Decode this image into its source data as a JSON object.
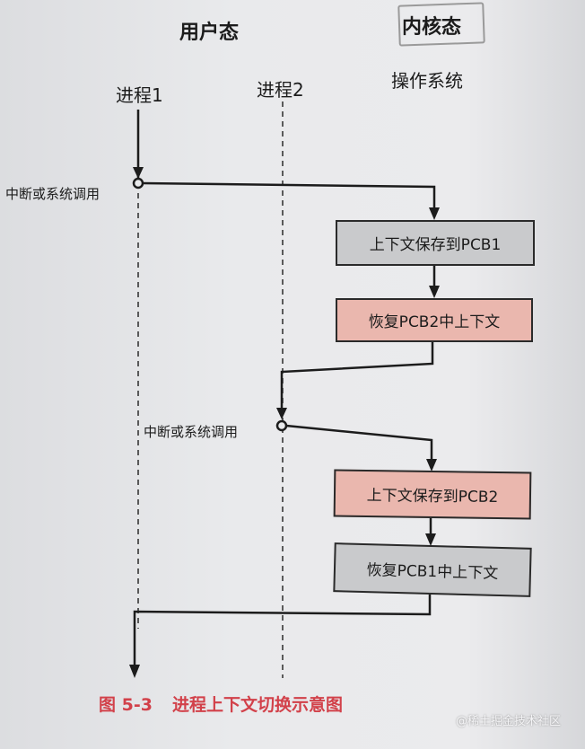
{
  "headers": {
    "user_mode": "用户态",
    "kernel_mode": "内核态",
    "os": "操作系统"
  },
  "processes": {
    "p1": "进程1",
    "p2": "进程2"
  },
  "events": {
    "interrupt_1": "中断或系统调用",
    "interrupt_2": "中断或系统调用"
  },
  "boxes": [
    {
      "label": "上下文保存到PCB1",
      "color": "#c9cacc"
    },
    {
      "label": "恢复PCB2中上下文",
      "color": "#eab7ae"
    },
    {
      "label": "上下文保存到PCB2",
      "color": "#eab7ae"
    },
    {
      "label": "恢复PCB1中上下文",
      "color": "#c9cacc"
    }
  ],
  "caption": {
    "number": "图 5-3",
    "title": "进程上下文切换示意图"
  },
  "watermark": "@稀土掘金技术社区"
}
